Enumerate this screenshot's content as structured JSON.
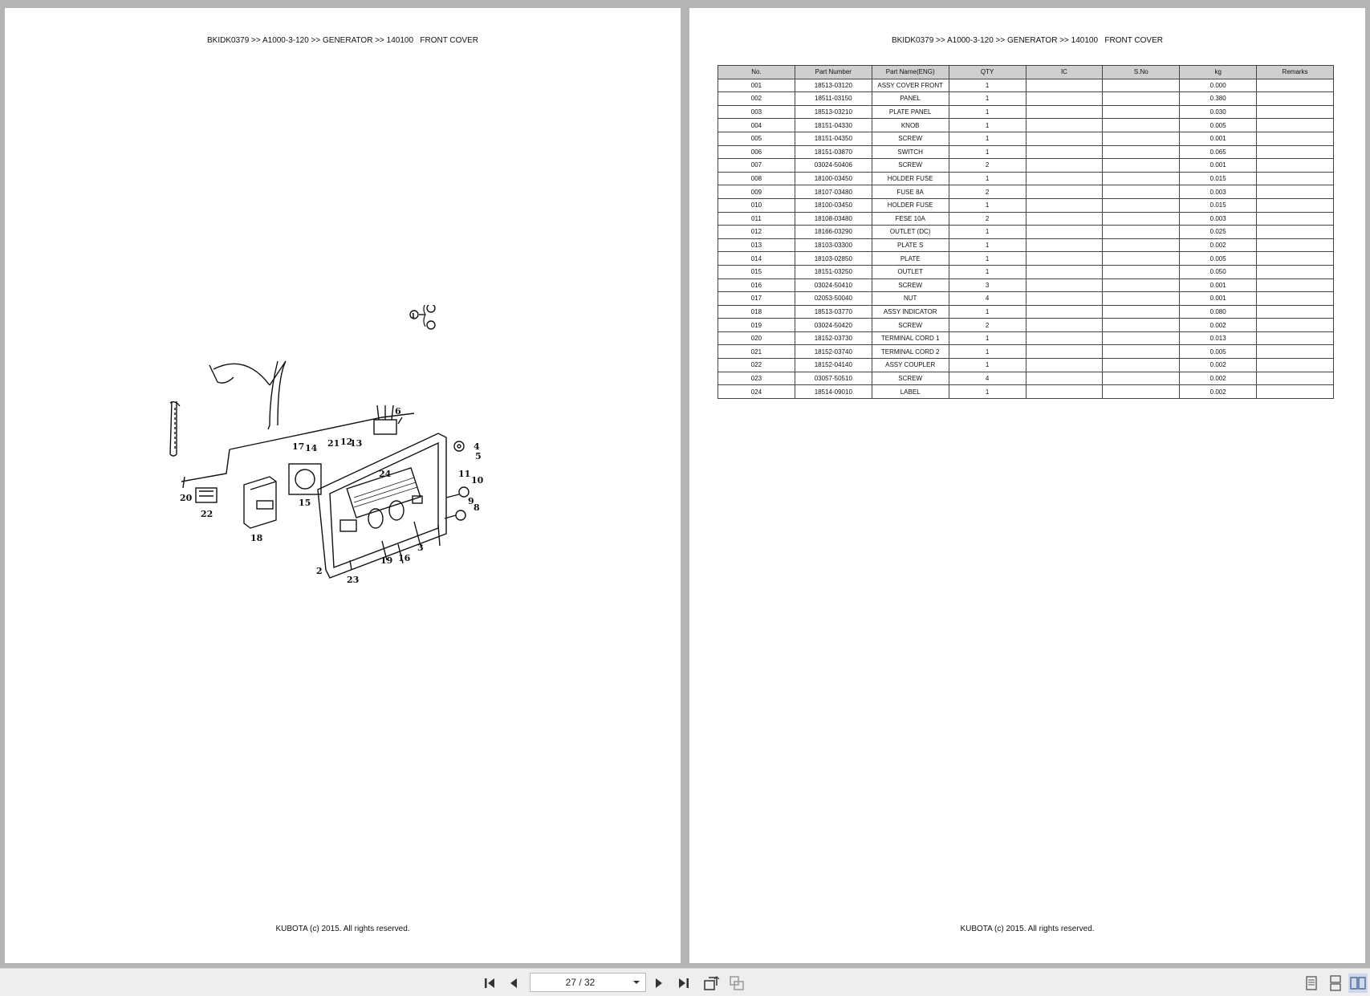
{
  "document": {
    "breadcrumb": "BKIDK0379 >> A1000-3-120 >> GENERATOR >> 140100   FRONT COVER",
    "footer": "KUBOTA (c) 2015. All rights reserved."
  },
  "diagram": {
    "callouts": [
      "1",
      "2",
      "3",
      "4",
      "5",
      "6",
      "8",
      "9",
      "10",
      "11",
      "12",
      "13",
      "14",
      "15",
      "16",
      "17",
      "18",
      "19",
      "20",
      "21",
      "22",
      "23",
      "24"
    ]
  },
  "table": {
    "headers": [
      "No.",
      "Part Number",
      "Part Name(ENG)",
      "QTY",
      "IC",
      "S.No",
      "kg",
      "Remarks"
    ],
    "rows": [
      [
        "001",
        "18513-03120",
        "ASSY COVER FRONT",
        "1",
        "",
        "",
        "0.000",
        ""
      ],
      [
        "002",
        "18511-03150",
        "PANEL",
        "1",
        "",
        "",
        "0.380",
        ""
      ],
      [
        "003",
        "18513-03210",
        "PLATE PANEL",
        "1",
        "",
        "",
        "0.030",
        ""
      ],
      [
        "004",
        "18151-04330",
        "KNOB",
        "1",
        "",
        "",
        "0.005",
        ""
      ],
      [
        "005",
        "18151-04350",
        "SCREW",
        "1",
        "",
        "",
        "0.001",
        ""
      ],
      [
        "006",
        "18151-03870",
        "SWITCH",
        "1",
        "",
        "",
        "0.065",
        ""
      ],
      [
        "007",
        "03024-50406",
        "SCREW",
        "2",
        "",
        "",
        "0.001",
        ""
      ],
      [
        "008",
        "18100-03450",
        "HOLDER FUSE",
        "1",
        "",
        "",
        "0.015",
        ""
      ],
      [
        "009",
        "18107-03480",
        "FUSE 8A",
        "2",
        "",
        "",
        "0.003",
        ""
      ],
      [
        "010",
        "18100-03450",
        "HOLDER FUSE",
        "1",
        "",
        "",
        "0.015",
        ""
      ],
      [
        "011",
        "18108-03480",
        "FESE 10A",
        "2",
        "",
        "",
        "0.003",
        ""
      ],
      [
        "012",
        "18166-03290",
        "OUTLET (DC)",
        "1",
        "",
        "",
        "0.025",
        ""
      ],
      [
        "013",
        "18103-03300",
        "PLATE S",
        "1",
        "",
        "",
        "0.002",
        ""
      ],
      [
        "014",
        "18103-02850",
        "PLATE",
        "1",
        "",
        "",
        "0.005",
        ""
      ],
      [
        "015",
        "18151-03250",
        "OUTLET",
        "1",
        "",
        "",
        "0.050",
        ""
      ],
      [
        "016",
        "03024-50410",
        "SCREW",
        "3",
        "",
        "",
        "0.001",
        ""
      ],
      [
        "017",
        "02053-50040",
        "NUT",
        "4",
        "",
        "",
        "0.001",
        ""
      ],
      [
        "018",
        "18513-03770",
        "ASSY INDICATOR",
        "1",
        "",
        "",
        "0.080",
        ""
      ],
      [
        "019",
        "03024-50420",
        "SCREW",
        "2",
        "",
        "",
        "0.002",
        ""
      ],
      [
        "020",
        "18152-03730",
        "TERMINAL CORD 1",
        "1",
        "",
        "",
        "0.013",
        ""
      ],
      [
        "021",
        "18152-03740",
        "TERMINAL CORD 2",
        "1",
        "",
        "",
        "0.005",
        ""
      ],
      [
        "022",
        "18152-04140",
        "ASSY COUPLER",
        "1",
        "",
        "",
        "0.002",
        ""
      ],
      [
        "023",
        "03057-50510",
        "SCREW",
        "4",
        "",
        "",
        "0.002",
        ""
      ],
      [
        "024",
        "18514-09010",
        "LABEL",
        "1",
        "",
        "",
        "0.002",
        ""
      ]
    ]
  },
  "toolbar": {
    "page_indicator": "27 / 32",
    "icons": {
      "first": "first-page-icon",
      "prev": "previous-page-icon",
      "dropdown": "chevron-down-icon",
      "next": "next-page-icon",
      "last": "last-page-icon",
      "rotate": "rotate-view-icon",
      "export": "export-icon",
      "single": "single-page-view-icon",
      "continuous": "continuous-view-icon",
      "facing": "two-page-view-icon"
    }
  }
}
